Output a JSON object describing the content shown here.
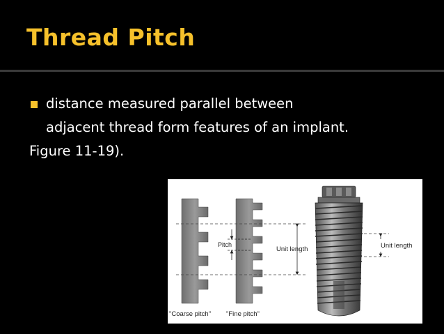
{
  "slide": {
    "title": "Thread Pitch",
    "bullet": {
      "line1": "distance measured parallel between",
      "line2": "adjacent thread form features of an implant."
    },
    "continuation": "Figure 11-19)."
  },
  "figure": {
    "label_pitch": "Pitch",
    "label_unit_length_left": "Unit length",
    "label_unit_length_right": "Unit length",
    "caption_coarse": "\"Coarse pitch\"",
    "caption_fine": "\"Fine pitch\""
  },
  "colors": {
    "accent": "#f6c12b",
    "background": "#000000",
    "text": "#ffffff"
  }
}
